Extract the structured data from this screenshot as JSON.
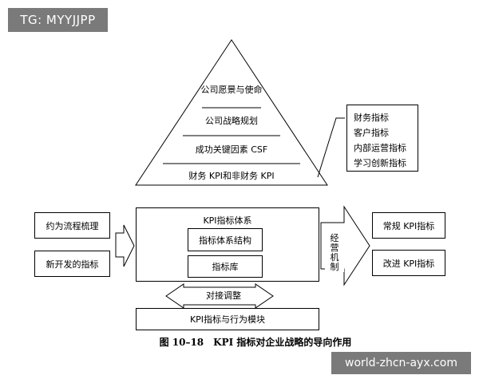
{
  "watermark_top": "TG: MYYJJPP",
  "watermark_bottom": "world-zhcn-ayx.com",
  "pyramid": {
    "levels": [
      "公司愿景与使命",
      "公司战略规划",
      "成功关键因素 CSF",
      "财务 KPI和非财务 KPI"
    ]
  },
  "kpi_types": [
    "财务指标",
    "客户指标",
    "内部运营指标",
    "学习创新指标"
  ],
  "inputs": [
    "约为流程梳理",
    "新开发的指标"
  ],
  "kpi_system": {
    "title": "KPI指标体系",
    "structure": "指标体系结构",
    "library": "指标库"
  },
  "mechanism": "经营机制",
  "outputs": [
    "常规 KPI指标",
    "改进 KPI指标"
  ],
  "adjust": "对接调整",
  "behavior_module": "KPI指标与行为模块",
  "caption": "图 10–18　KPI 指标对企业战略的导向作用"
}
